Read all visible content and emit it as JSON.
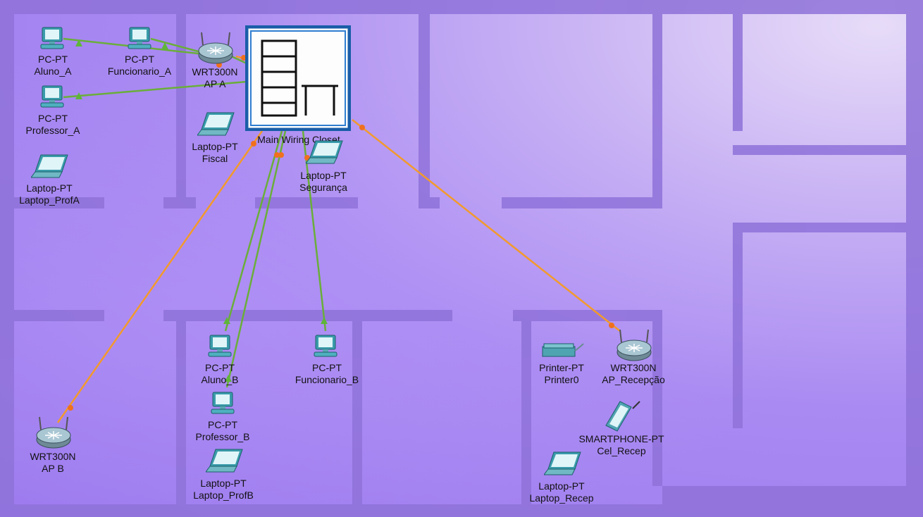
{
  "closet": {
    "label": "Main Wiring Closet"
  },
  "devices": [
    {
      "id": "pc-aluno-a",
      "type": "pc",
      "line1": "PC-PT",
      "line2": "Aluno_A"
    },
    {
      "id": "pc-funcionario-a",
      "type": "pc",
      "line1": "PC-PT",
      "line2": "Funcionario_A"
    },
    {
      "id": "router-ap-a",
      "type": "router",
      "line1": "WRT300N",
      "line2": "AP A"
    },
    {
      "id": "pc-professor-a",
      "type": "pc",
      "line1": "PC-PT",
      "line2": "Professor_A"
    },
    {
      "id": "laptop-fiscal",
      "type": "laptop",
      "line1": "Laptop-PT",
      "line2": "Fiscal"
    },
    {
      "id": "laptop-seguranca",
      "type": "laptop",
      "line1": "Laptop-PT",
      "line2": "Segurança"
    },
    {
      "id": "laptop-profa",
      "type": "laptop",
      "line1": "Laptop-PT",
      "line2": "Laptop_ProfA"
    },
    {
      "id": "pc-aluno-b",
      "type": "pc",
      "line1": "PC-PT",
      "line2": "Aluno_B"
    },
    {
      "id": "pc-funcionario-b",
      "type": "pc",
      "line1": "PC-PT",
      "line2": "Funcionario_B"
    },
    {
      "id": "pc-professor-b",
      "type": "pc",
      "line1": "PC-PT",
      "line2": "Professor_B"
    },
    {
      "id": "laptop-profb",
      "type": "laptop",
      "line1": "Laptop-PT",
      "line2": "Laptop_ProfB"
    },
    {
      "id": "router-ap-b",
      "type": "router",
      "line1": "WRT300N",
      "line2": "AP B"
    },
    {
      "id": "printer0",
      "type": "printer",
      "line1": "Printer-PT",
      "line2": "Printer0"
    },
    {
      "id": "router-ap-recepcao",
      "type": "router",
      "line1": "WRT300N",
      "line2": "AP_Recepção"
    },
    {
      "id": "phone-cel-recep",
      "type": "phone",
      "line1": "SMARTPHONE-PT",
      "line2": "Cel_Recep"
    },
    {
      "id": "laptop-recep",
      "type": "laptop",
      "line1": "Laptop-PT",
      "line2": "Laptop_Recep"
    }
  ],
  "colors": {
    "straight_cable": "#6aae3a",
    "cross_cable": "#f29a2c",
    "port_up": "#5fb53a",
    "port_orange": "#f0701e",
    "wall": "#8e70d8",
    "closet_border": "#1a5da8"
  }
}
